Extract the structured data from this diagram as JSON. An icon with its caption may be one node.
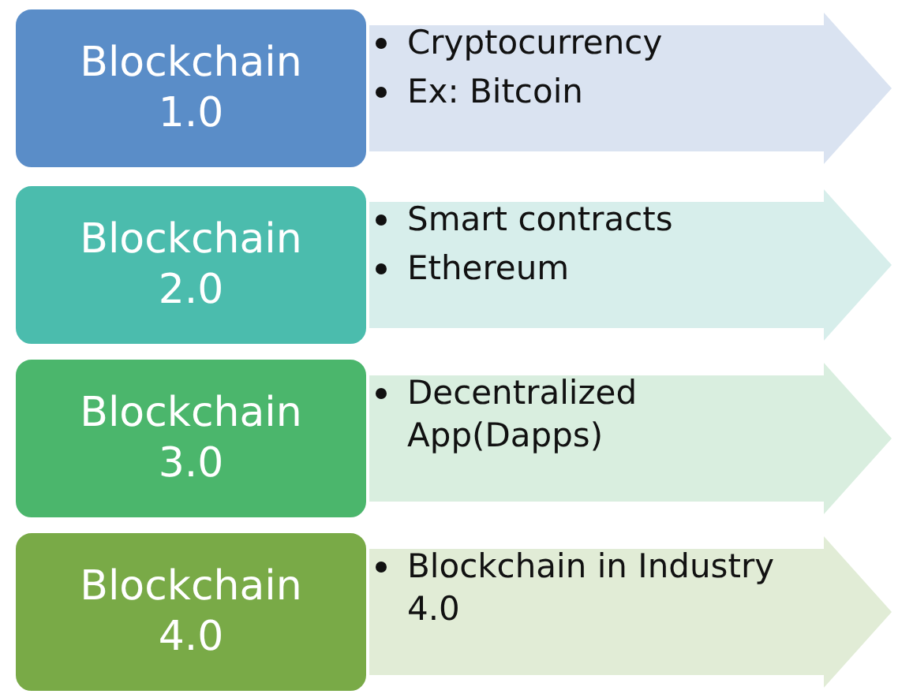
{
  "diagram": {
    "nodes": [
      {
        "text": [
          "Blockchain 1.0"
        ]
      },
      {
        "text": [
          "Cryptocurrency",
          "Ex: Bitcoin"
        ]
      },
      {
        "text": [
          "Blockchain 2.0"
        ]
      },
      {
        "text": [
          "Smart contracts",
          "Ethereum"
        ]
      },
      {
        "text": [
          "Blockchain 3.0"
        ]
      },
      {
        "text": [
          "Decentralized App(Dapps)"
        ]
      },
      {
        "text": [
          "Blockchain 4.0"
        ]
      },
      {
        "text": [
          "Blockchain in Industry 4.0"
        ]
      }
    ],
    "edges": []
  }
}
